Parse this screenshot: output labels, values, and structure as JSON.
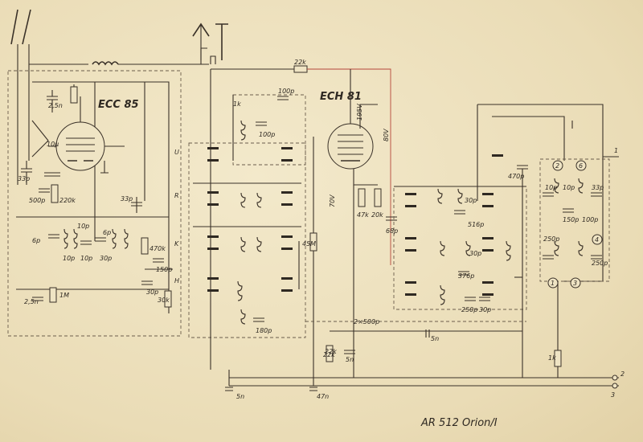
{
  "title": "AR 512 Orion/I",
  "tubes": [
    {
      "id": "left",
      "label": "ECC 85"
    },
    {
      "id": "right",
      "label": "ECH 81"
    }
  ],
  "band_letters": [
    "U",
    "R",
    "K",
    "H"
  ],
  "tube_voltages": [
    "195V",
    "80V",
    "70V"
  ],
  "terminal_numbers": [
    "1",
    "2",
    "3"
  ],
  "circled_numbers": [
    "2",
    "6",
    "4",
    "1",
    "3"
  ],
  "components": {
    "left_block": [
      "2,5n",
      "10µ",
      "33p",
      "500p",
      "220k",
      "33p",
      "10p",
      "6p",
      "10p",
      "30p",
      "6p",
      "470k",
      "150p",
      "30p",
      "2,5n",
      "1M",
      "30k",
      "10p"
    ],
    "middle_block": [
      "100p",
      "100p",
      "1k",
      "47n",
      "5n",
      "180p",
      "45M"
    ],
    "right_block": [
      "22k",
      "47k",
      "20k",
      "68p",
      "470p",
      "30p",
      "516p",
      "30p",
      "376p",
      "250p",
      "30p",
      "5n",
      "2×500p",
      "22k",
      "5n",
      "1k",
      "10p",
      "10p",
      "33p",
      "250p",
      "150p",
      "100p",
      "250p"
    ]
  }
}
